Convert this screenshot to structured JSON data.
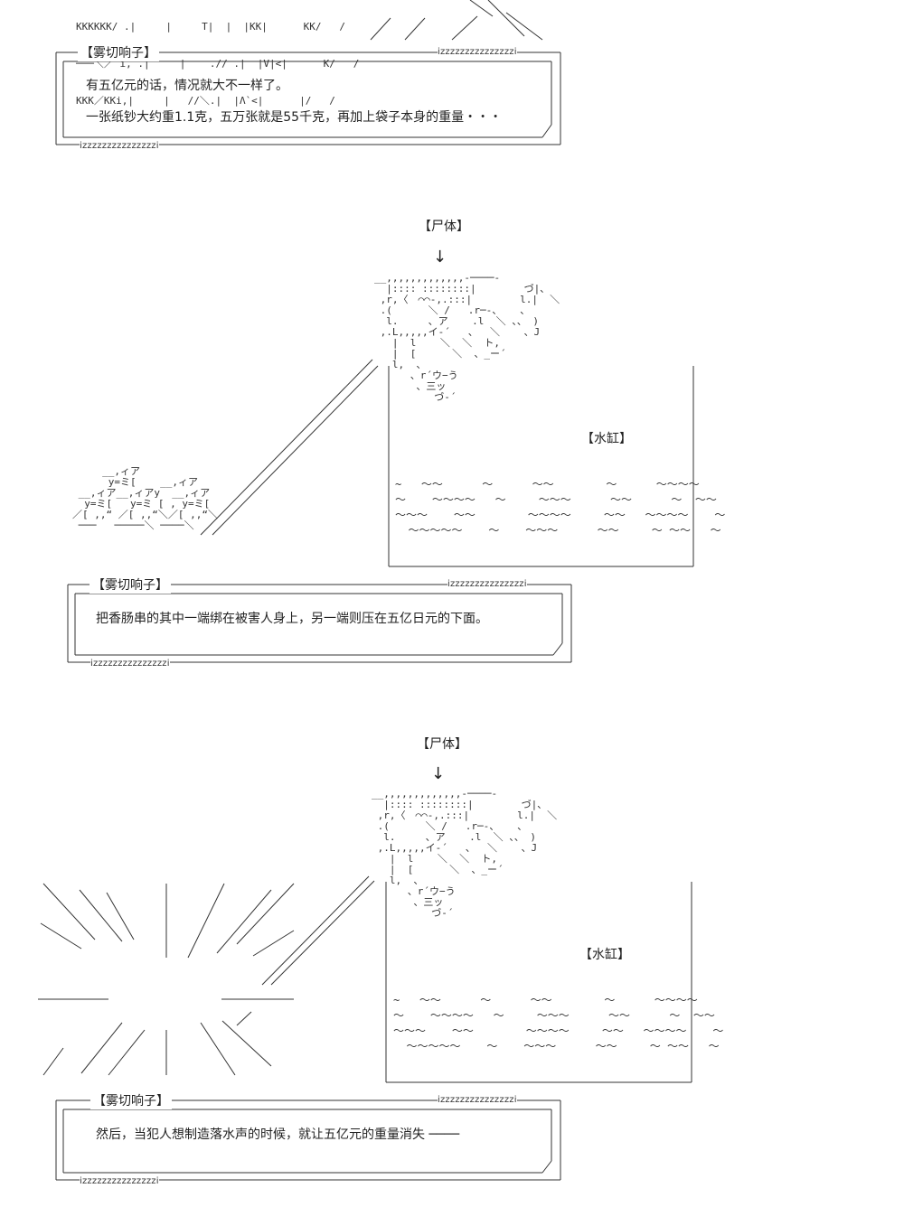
{
  "top_art": {
    "row1": "KKKKKK/ .|     |     T|  |  |KK|      KK/   /",
    "row2": "───＼／ i, .|     |    .// .|  |V|<|      K/   /",
    "row3": "KKK／KKi,|     |   //＼.|  |Λ`<|      |/   /"
  },
  "panel1": {
    "speaker": "【雾切响子】",
    "izz_top": "izzzzzzzzzzzzzzzi",
    "izz_bottom": "izzzzzzzzzzzzzzzi",
    "lines": [
      "有五亿元的话，情况就大不一样了。",
      "一张纸钞大约重1.1克，五万张就是55千克，再加上袋子本身的重量・・・"
    ]
  },
  "scene1": {
    "corpse_label": "【尸体】",
    "arrow": "↓",
    "tank_label": "【水缸】",
    "figure": "__,,,,,,,,,,,,,-────-\n  |:::: ::::::::|        づ|、\n ,r,〈　⌒⌒-,.:::|        l.|  ＼\n .(      ＼ /   .r─-、   、\n  l.     、ア    .l  ＼ 、、 )\n ,.L,,,,,イ-´   、  ＼    、J\n   |  l    ＼  ＼  ト,\n   |  [      ＼  、_ー´\n   l,  、\n      、r´ウ−う\n       、三ッ\n          づ-´",
    "pile": "     __,ィア\n      y=ミ[    __,ィア\n __,ィア__,ィアy  __,ィア\n  y=ミ[   y=ミ [ , y=ミ[\n／[ ,,“ ／[ ,,“＼／[ ,,“＼\n ───   ─────＼ ────＼",
    "waves": "~   ～～      ～      ～～        ～      ～～～～\n～    ～～～～   ～     ～～～      ～～      ～  ～～\n～～～    ～～        ～～～～     ～～   ～～～～    ～\n  ～～～～～    ～    ～～～      ～～     ～ ～～   ～"
  },
  "panel2": {
    "speaker": "【雾切响子】",
    "izz_top": "izzzzzzzzzzzzzzzi",
    "izz_bottom": "izzzzzzzzzzzzzzzi",
    "lines": [
      "把香肠串的其中一端绑在被害人身上，另一端则压在五亿日元的下面。"
    ]
  },
  "scene2": {
    "corpse_label": "【尸体】",
    "arrow": "↓",
    "tank_label": "【水缸】"
  },
  "panel3": {
    "speaker": "【雾切响子】",
    "izz_top": "izzzzzzzzzzzzzzzi",
    "izz_bottom": "izzzzzzzzzzzzzzzi",
    "lines": [
      "然后，当犯人想制造落水声的时候，就让五亿元的重量消失 ────"
    ]
  }
}
